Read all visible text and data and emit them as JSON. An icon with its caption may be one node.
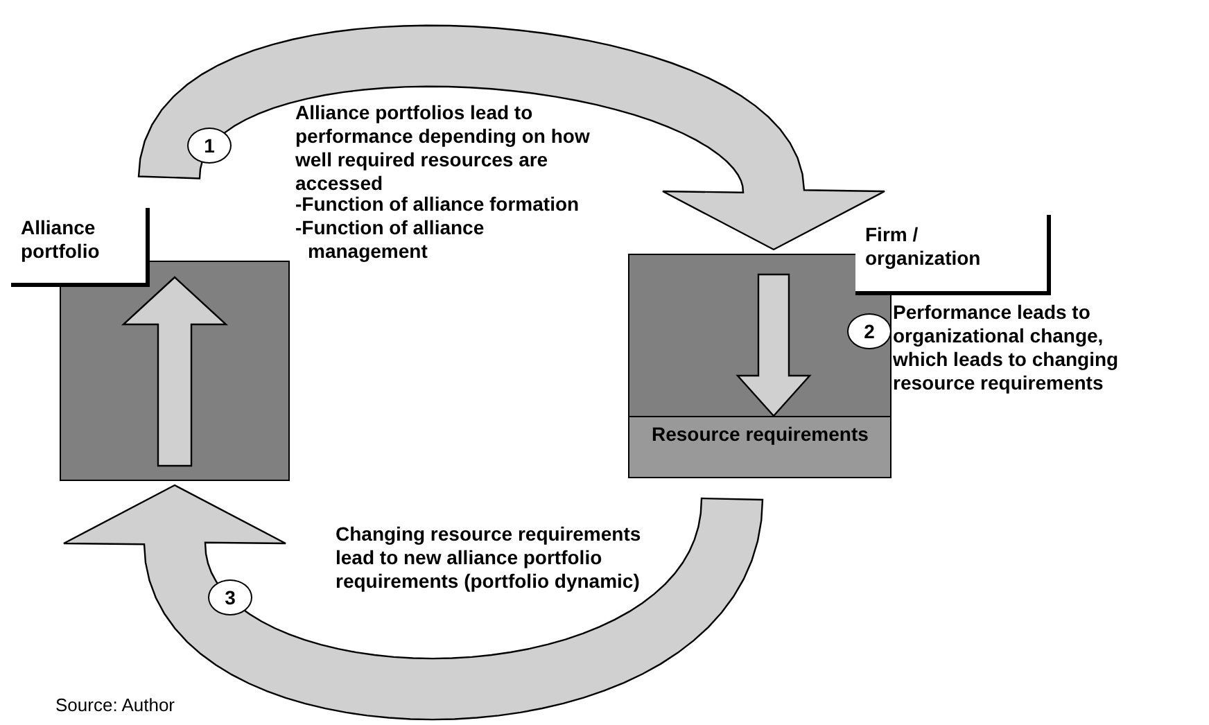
{
  "diagram": {
    "caption": "Source: Author",
    "nodes": [
      {
        "text": [
          "Alliance portfolio"
        ]
      },
      {
        "text": [
          "Firm / organization"
        ]
      },
      {
        "text": [
          "Resource requirements"
        ],
        "in": 1
      }
    ],
    "edges": [
      {
        "from": 0,
        "to": 1,
        "arrow": "to"
      },
      {
        "from": 2,
        "to": 0,
        "arrow": "to"
      }
    ],
    "labels": [
      "1",
      "Alliance portfolios lead to performance depending on how well required resources are accessed",
      "-Function of alliance formation",
      "-Function of alliance management",
      "2",
      "Performance leads to organizational change, which leads to changing resource requirements",
      "3",
      "Changing resource requirements lead to new alliance portfolio requirements (portfolio dynamic)"
    ]
  }
}
